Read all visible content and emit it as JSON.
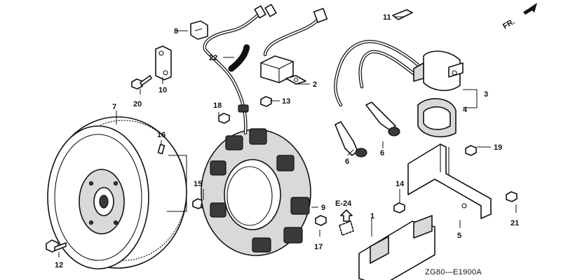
{
  "diagram": {
    "code": "ZG80—E1900A",
    "direction": "FR.",
    "reference": "E-24",
    "callouts": {
      "c1": "1",
      "c2": "2",
      "c3": "3",
      "c4": "4",
      "c5": "5",
      "c6a": "6",
      "c6b": "6",
      "c7": "7",
      "c8": "8",
      "c9": "9",
      "c10": "10",
      "c11": "11",
      "c12": "12",
      "c13": "13",
      "c14": "14",
      "c15": "15",
      "c16": "16",
      "c17": "17",
      "c18": "18",
      "c19": "19",
      "c20": "20",
      "c21": "21",
      "c22": "22"
    }
  }
}
